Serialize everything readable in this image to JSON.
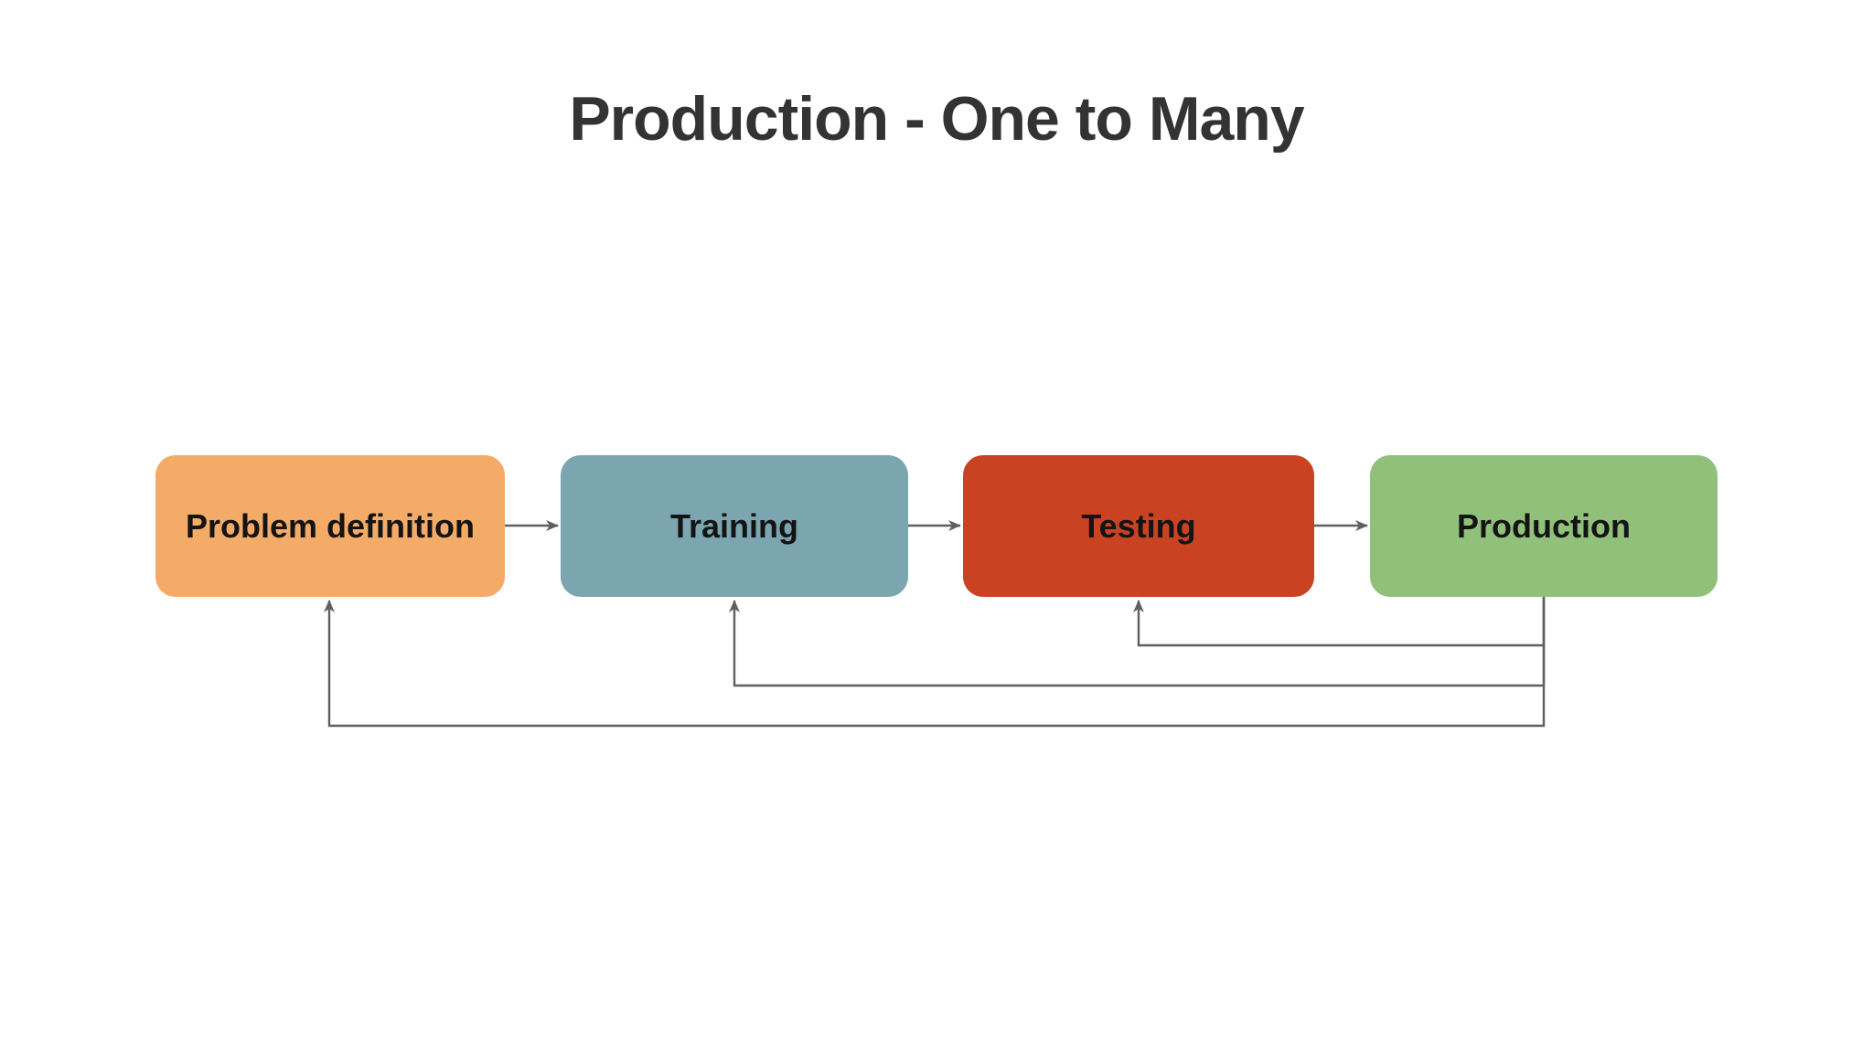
{
  "page": {
    "background_color": "#ffffff",
    "title": "Production - One to Many",
    "title_color": "#333333"
  },
  "diagram": {
    "type": "flowchart",
    "line_color": "#5f5f5f",
    "nodes": [
      {
        "id": "problem-definition",
        "label": "Problem definition",
        "color": "#f4ab68",
        "text_color": "#141414"
      },
      {
        "id": "training",
        "label": "Training",
        "color": "#7ba6b0",
        "text_color": "#141414"
      },
      {
        "id": "testing",
        "label": "Testing",
        "color": "#c94323",
        "text_color": "#141414"
      },
      {
        "id": "production",
        "label": "Production",
        "color": "#90c07a",
        "text_color": "#141414"
      }
    ],
    "edges": [
      {
        "from": "problem-definition",
        "to": "training",
        "type": "forward"
      },
      {
        "from": "training",
        "to": "testing",
        "type": "forward"
      },
      {
        "from": "testing",
        "to": "production",
        "type": "forward"
      },
      {
        "from": "production",
        "to": "testing",
        "type": "feedback"
      },
      {
        "from": "production",
        "to": "training",
        "type": "feedback"
      },
      {
        "from": "production",
        "to": "problem-definition",
        "type": "feedback"
      }
    ]
  }
}
